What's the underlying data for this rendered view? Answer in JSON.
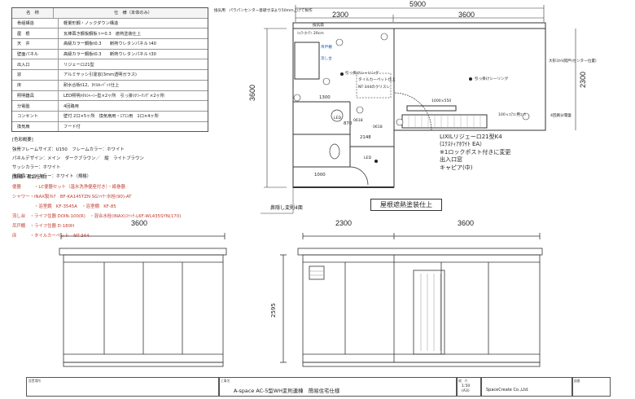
{
  "spec_table": {
    "header": {
      "name": "名　称",
      "value": "仕　様（本体のみ）"
    },
    "rows": [
      {
        "k": "骨組構造",
        "v": "軽量形鋼・ノックダウン構造"
      },
      {
        "k": "屋　根",
        "v": "瓦棒葺き鋼板鋼板 t＝0.3　遮熱塗装仕上"
      },
      {
        "k": "天　井",
        "v": "高級カラー鋼板t0.3　　断熱ウレタンパネル t40"
      },
      {
        "k": "壁面パネル",
        "v": "高級カラー鋼板t0.3　　断熱ウレタンパネル t30"
      },
      {
        "k": "出入口",
        "v": "リジェーロ21型"
      },
      {
        "k": "窓",
        "v": "アルミサッシ引違窓(3mm透明ガラス)"
      },
      {
        "k": "床",
        "v": "耐水合板t12、ﾀｲﾙｶｰﾍﾟｯﾄ仕上"
      },
      {
        "k": "照明器具",
        "v": "LED照明ﾒﾀﾙｼｬｰｼｰ型×2ヶ所　引っ掛けｼｰﾘﾝｸﾞ×2ヶ所"
      },
      {
        "k": "分電盤",
        "v": "4回路用"
      },
      {
        "k": "コンセント",
        "v": "壁付 2口×5ヶ所　換気扇用・ｴｱｺﾝ用　1口×4ヶ所"
      },
      {
        "k": "換気扇",
        "v": "フード付"
      }
    ]
  },
  "color_spec": {
    "title": "[色彩概要]",
    "lines": [
      "強骨フレームサイズ：U150　フレームカラー：ホワイト",
      "パネルデザイン：メイン　ダークブラウン／　縦　ライトブラウン",
      "サッシカラー：ホワイト",
      "換気扇フードカラー：ホワイト（規格）"
    ]
  },
  "equipment": {
    "title": "[設備・備品仕様]",
    "lines": [
      "便器　　　・LC便器セット（温水洗浄便座付き）・紙巻器",
      "シャワー・INAX製ﾏﾙﾁ　BF-KA145TZN SGｼｬﾜｰ水栓(90)-AT",
      "　　　　　・浴室鏡　KF-3545A　・浴室棚　KF-85",
      "流し台　・ライフ住器 DOIN-100(R)　・混合水栓(INAX)ｽｲｯﾁ-L6F-WL435SYN(170)",
      "吊戸棚　・ライフ住器 D-180H",
      "床　　　・タイルカーペット　NT-344"
    ]
  },
  "plan": {
    "top_note": "換気用　パラパンセンター基礎寸法より50mm上げて製作",
    "dim_total": "5900",
    "dim_left": "2300",
    "dim_right": "3600",
    "dim_height": "3600",
    "dim_right_vert": "2300",
    "room_labels": {
      "vent": "換気扇",
      "curtain": "ｼｬﾜｰｶｰﾃﾝ 20cm",
      "shelf": "吊戸棚",
      "sink": "流し台",
      "ceiling_light_1": "引っ掛けシーリング",
      "ceiling_light_2": "引っ掛けシーリング",
      "carpet": "タイルカーペット仕上",
      "carpet_code": "NT-344のクリスレ",
      "window": "1000×550",
      "aircon": "100ｖｴｱｺﾝ用ｺﾝｾ",
      "panel": "4回路分電盤",
      "door_note": "大形ｽﾀｲﾙ開戸(センター位置)",
      "toilet": "LED",
      "step": "床差し入",
      "d1300": "1300",
      "d870": "870",
      "d1000": "1000",
      "d2148": "2148",
      "d600a": "0618",
      "d600b": "0618",
      "led": "LED",
      "roof_drain": "鼻隠し変則4面"
    },
    "door_note": {
      "line1": "LIXILリジェーロ21型K4",
      "line2": "(ｴｸｽﾃｨｱﾎﾜｲﾄ EA）",
      "line3": "※1ロックポスト付きに変更",
      "line4": "出入口窓",
      "line5": "キャピア(中)"
    },
    "roof_label": "屋根遮熱塗装仕上"
  },
  "elevation": {
    "side_width": "3600",
    "front_left": "2300",
    "front_right": "3600",
    "height": "2595"
  },
  "title_block": {
    "cap1": "設置場所",
    "cap2": "工事名",
    "project": "A-space AC-5型WH変則連棟　簡易住宅仕様",
    "cap3": "縮　尺",
    "scale": "1:50",
    "scale_paper": "(A3)",
    "company": "SpaceCreate Co.,Ltd.",
    "cap4": "図番"
  }
}
